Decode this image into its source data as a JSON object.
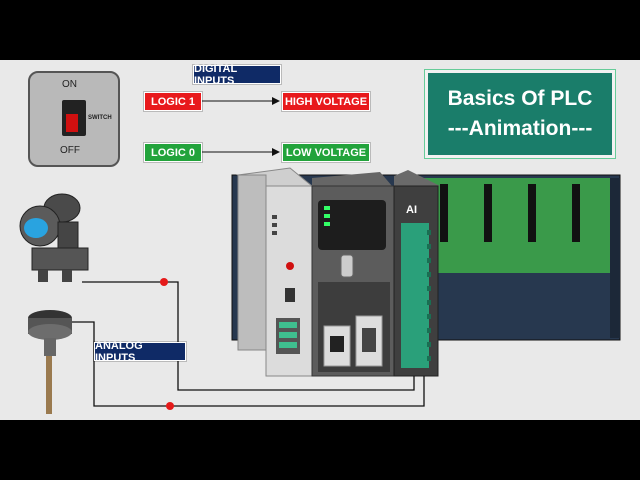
{
  "digital_inputs_label": "DIGITAL INPUTS",
  "analog_inputs_label": "ANALOG INPUTS",
  "logic1": {
    "label": "LOGIC 1",
    "result": "HIGH VOLTAGE"
  },
  "logic0": {
    "label": "LOGIC 0",
    "result": "LOW VOLTAGE"
  },
  "title": {
    "line1": "Basics Of PLC",
    "line2": "---Animation---"
  },
  "switch": {
    "on": "ON",
    "off": "OFF",
    "word": "SWITCH"
  },
  "module_label": "AI",
  "colors": {
    "red": "#e8191c",
    "green": "#22a33b",
    "navy": "#0f2a66",
    "teal": "#1a7d6a"
  }
}
